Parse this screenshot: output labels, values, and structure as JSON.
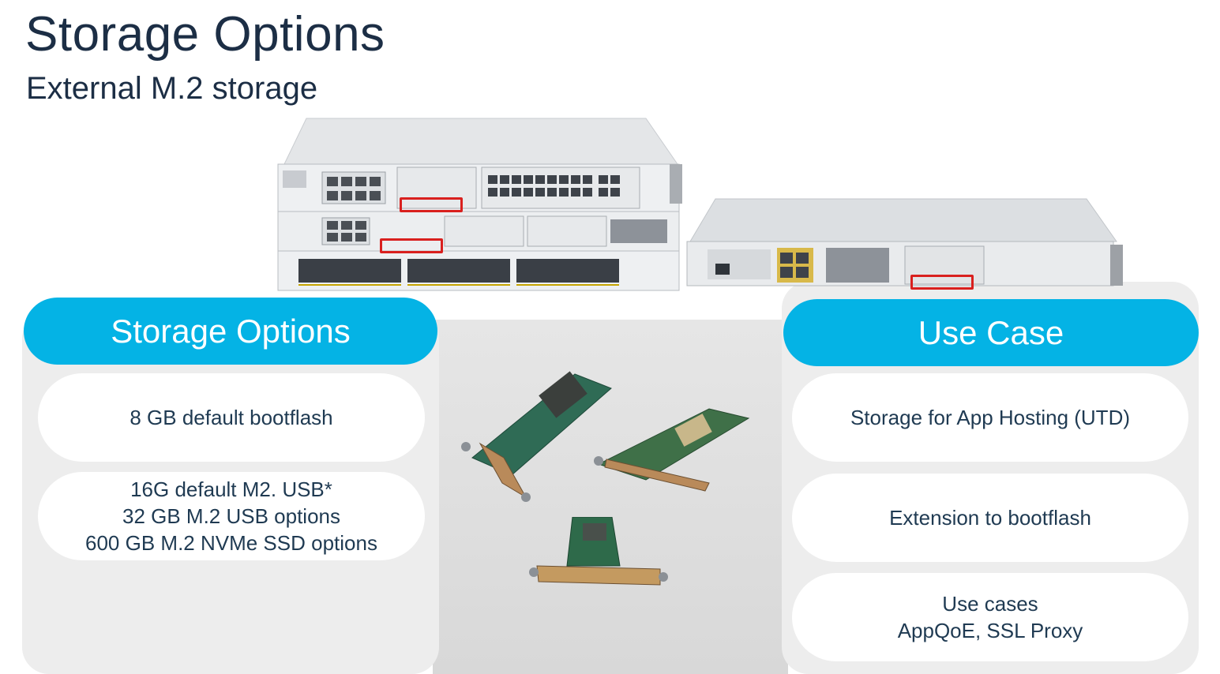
{
  "slide": {
    "title": "Storage Options",
    "subtitle": "External M.2 storage"
  },
  "storage_options": {
    "header": "Storage Options",
    "items": [
      {
        "lines": [
          "8 GB default bootflash"
        ]
      },
      {
        "lines": [
          "16G default M2. USB*",
          "32 GB M.2 USB options",
          "600 GB M.2 NVMe SSD options"
        ]
      }
    ]
  },
  "use_case": {
    "header": "Use Case",
    "items": [
      {
        "lines": [
          "Storage for App Hosting (UTD)"
        ]
      },
      {
        "lines": [
          "Extension to bootflash"
        ]
      },
      {
        "lines": [
          "Use cases",
          "AppQoE, SSL Proxy"
        ]
      }
    ]
  },
  "colors": {
    "accent": "#04b3e5",
    "highlight": "#d9201e",
    "panel": "#ededed",
    "title": "#1c2e45"
  }
}
